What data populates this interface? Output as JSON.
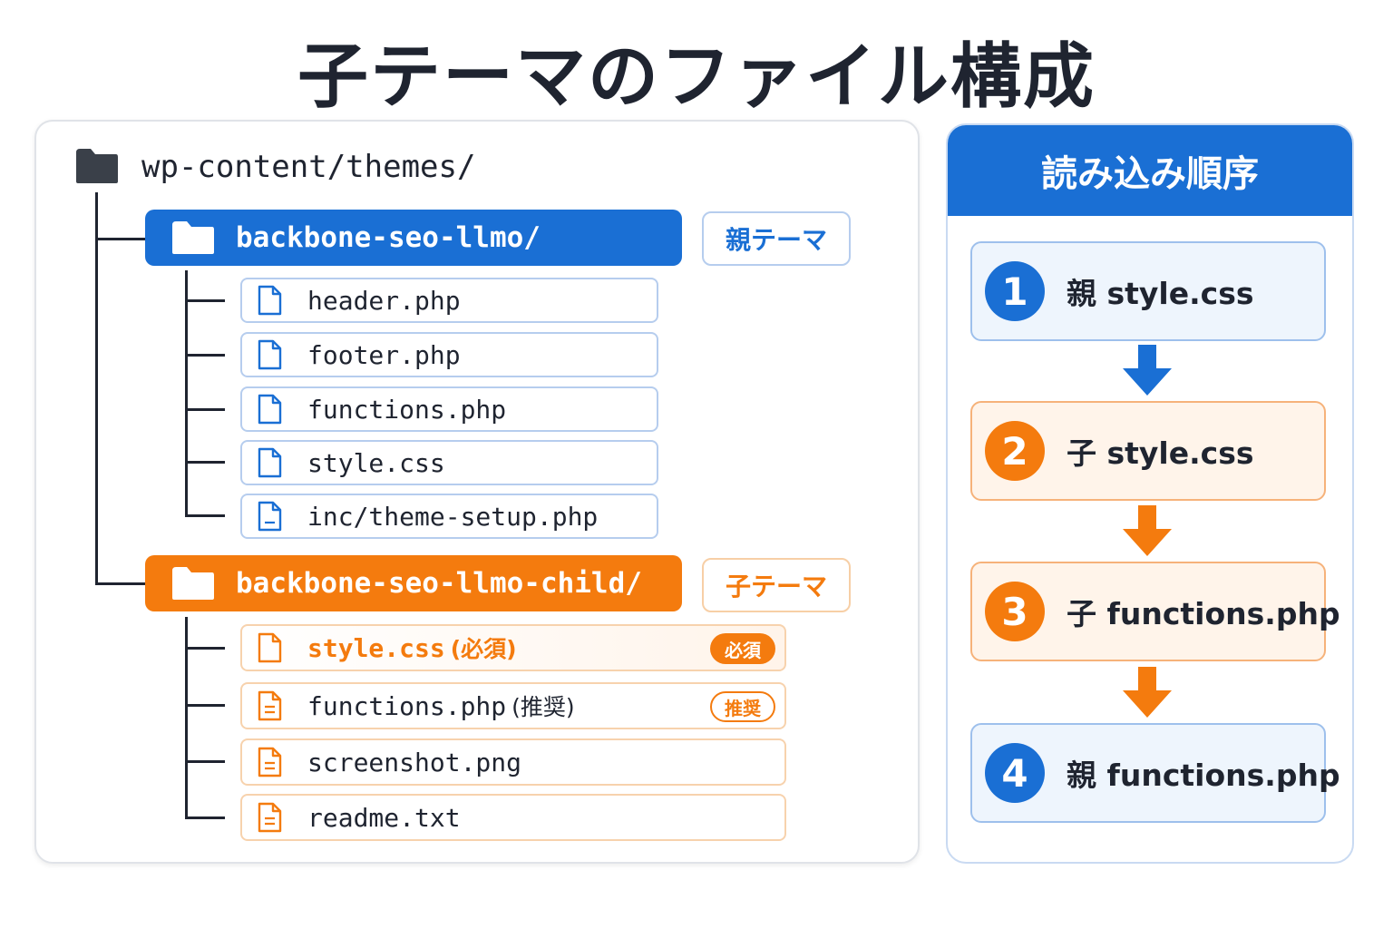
{
  "title": "子テーマのファイル構成",
  "tree": {
    "root": {
      "label": "wp-content/themes/",
      "icon": "folder-icon"
    },
    "parent_theme": {
      "label": "backbone-seo-llmo/",
      "tag": "親テーマ",
      "color": "#1a6fd4",
      "files": [
        {
          "name": "header.php",
          "icon": "file-icon"
        },
        {
          "name": "footer.php",
          "icon": "file-icon"
        },
        {
          "name": "functions.php",
          "icon": "file-icon"
        },
        {
          "name": "style.css",
          "icon": "file-icon"
        },
        {
          "name": "inc/theme-setup.php",
          "icon": "file-lines-icon"
        }
      ]
    },
    "child_theme": {
      "label": "backbone-seo-llmo-child/",
      "tag": "子テーマ",
      "color": "#f47b0e",
      "files": [
        {
          "name": "style.css",
          "suffix": "(必須)",
          "badge": "必須",
          "icon": "file-icon"
        },
        {
          "name": "functions.php",
          "suffix": "(推奨)",
          "badge": "推奨",
          "icon": "file-lines-icon"
        },
        {
          "name": "screenshot.png",
          "icon": "file-lines-icon"
        },
        {
          "name": "readme.txt",
          "icon": "file-lines-icon"
        }
      ]
    }
  },
  "load_order": {
    "title": "読み込み順序",
    "steps": [
      {
        "number": "1",
        "label": "親 style.css",
        "color": "blue"
      },
      {
        "number": "2",
        "label": "子 style.css",
        "color": "orange"
      },
      {
        "number": "3",
        "label": "子 functions.php",
        "color": "orange"
      },
      {
        "number": "4",
        "label": "親 functions.php",
        "color": "blue"
      }
    ],
    "arrow_colors": [
      "#1a6fd4",
      "#f47b0e",
      "#f47b0e"
    ]
  }
}
